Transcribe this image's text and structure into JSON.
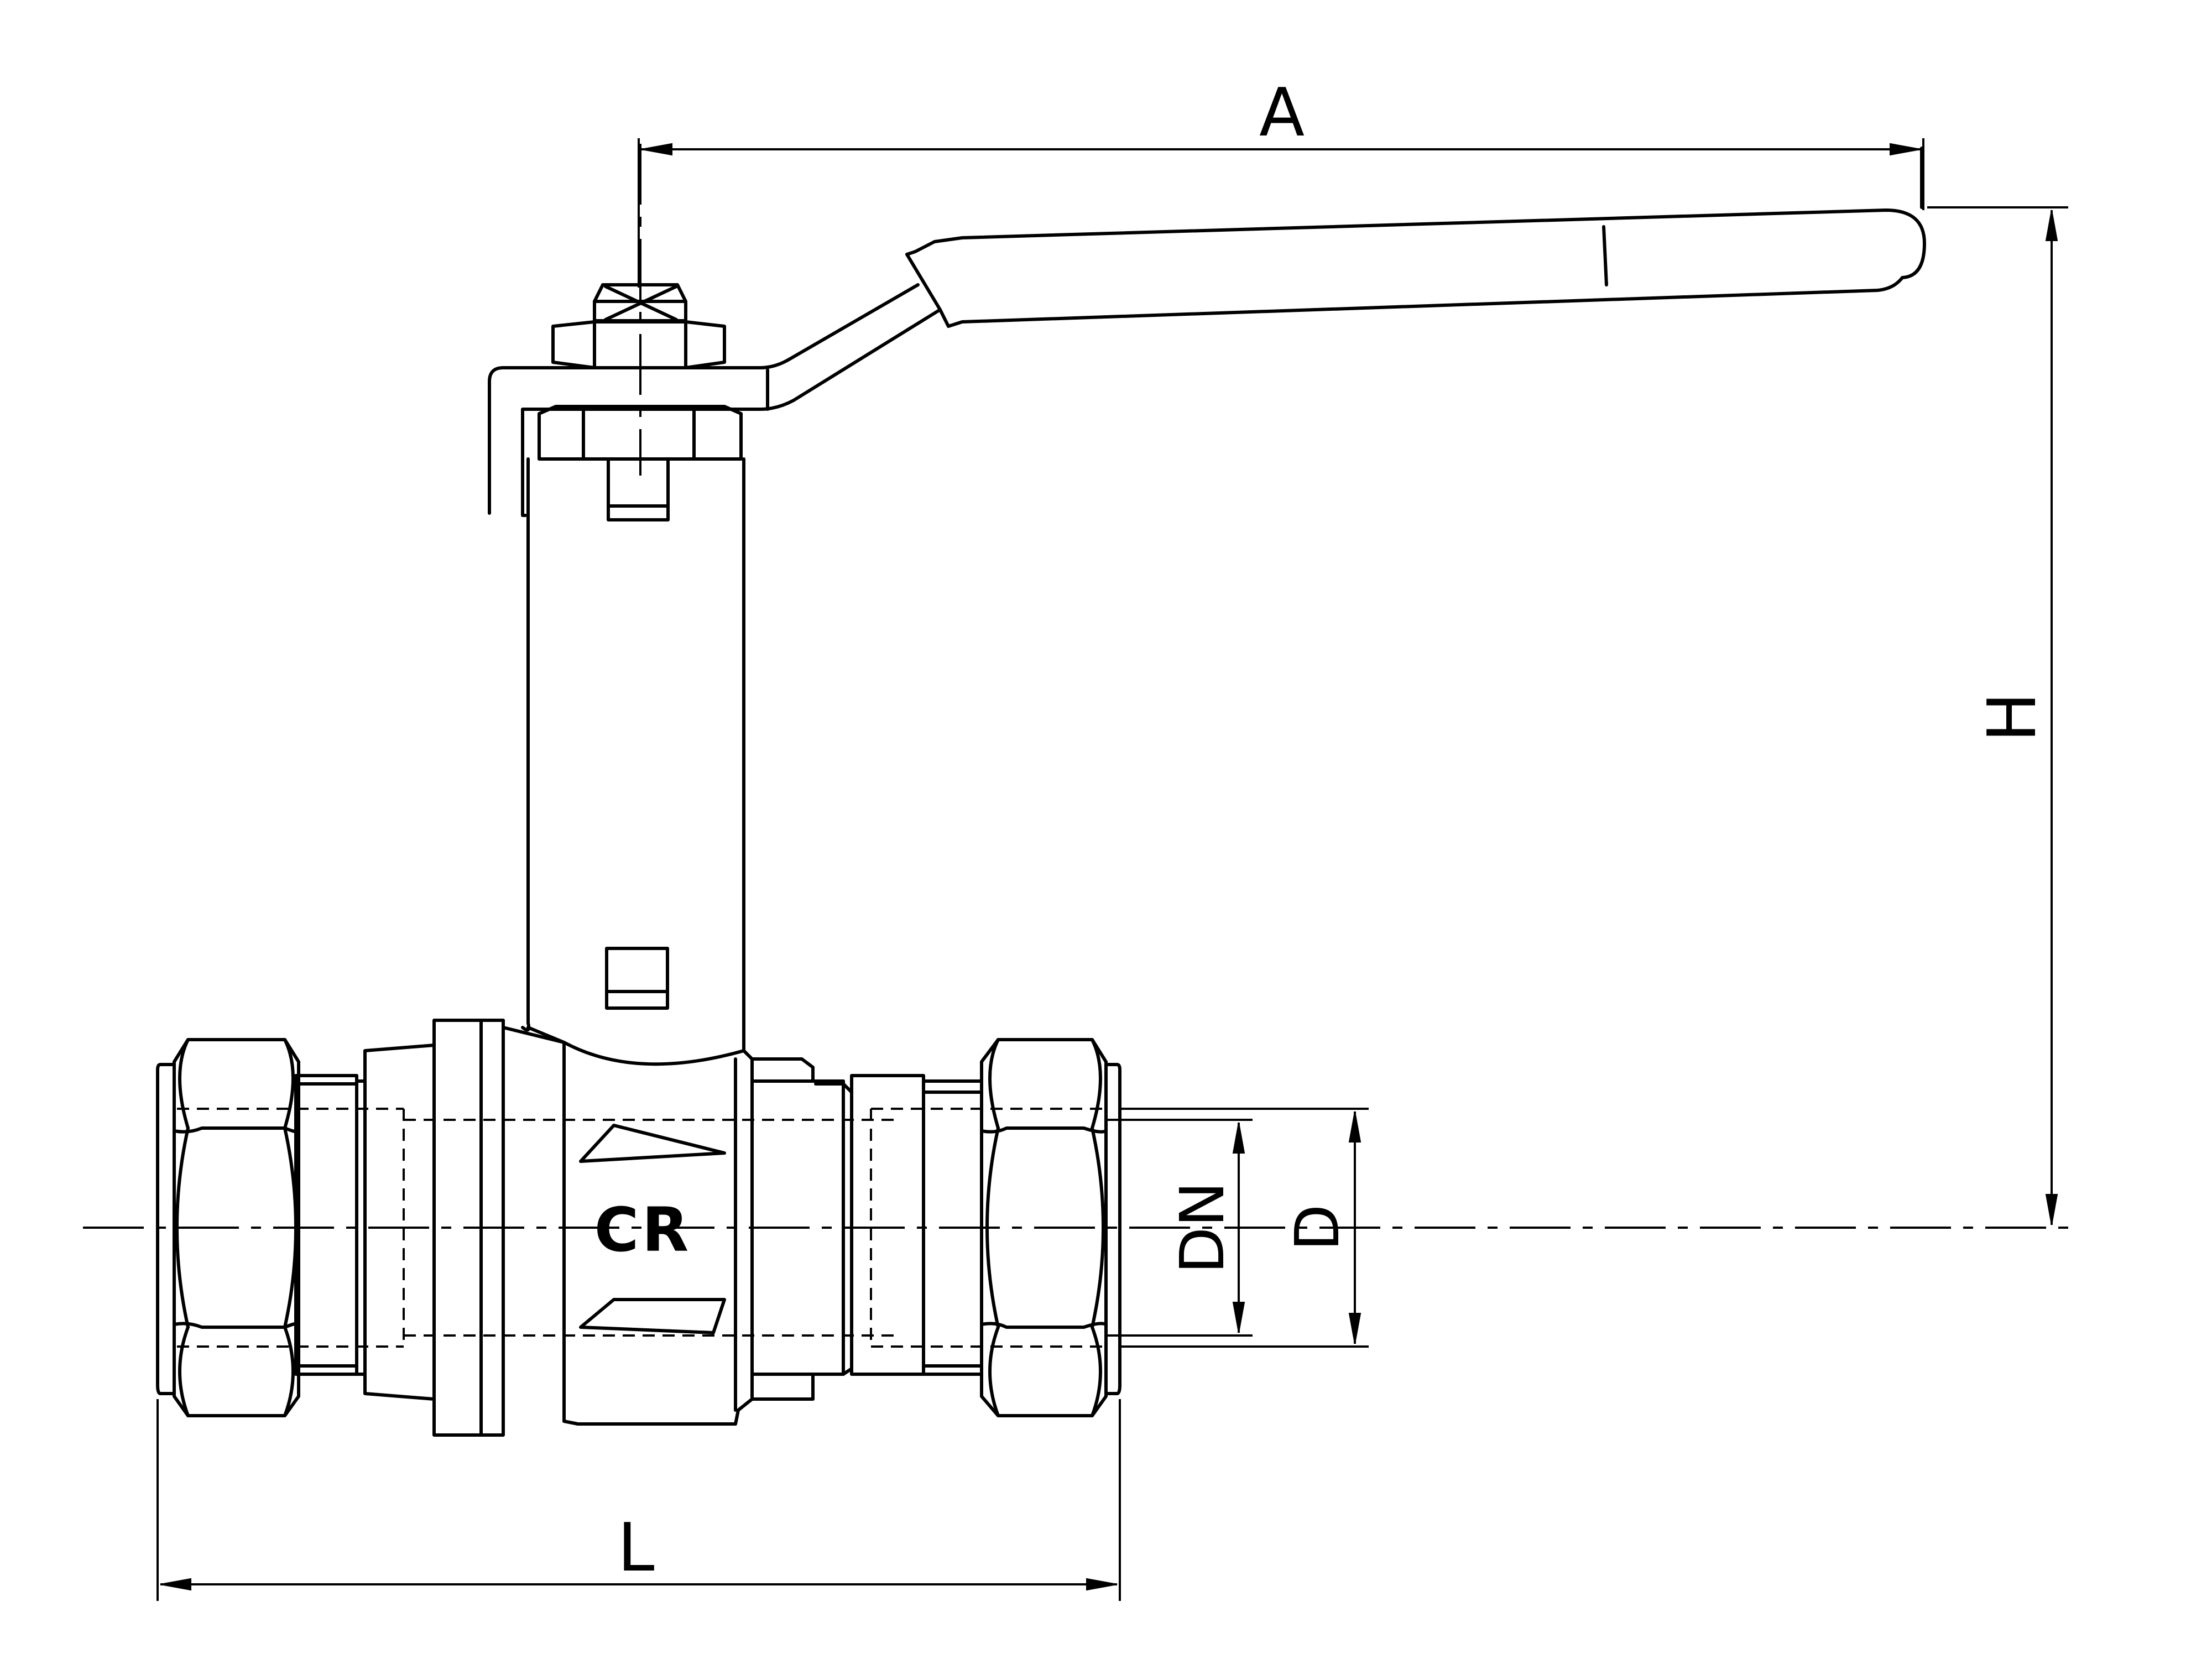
{
  "dimensions": {
    "A": "A",
    "H": "H",
    "L": "L",
    "DN": "DN",
    "D": "D"
  },
  "handle_mark": "I",
  "logo": {
    "left": "C",
    "right": "R"
  }
}
